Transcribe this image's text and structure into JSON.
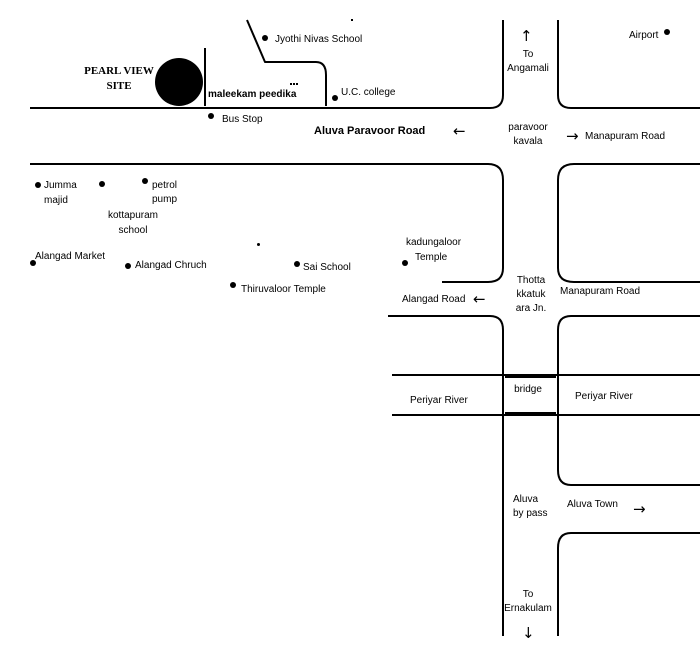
{
  "site": {
    "name_line1": "PEARL VIEW",
    "name_line2": "SITE"
  },
  "roads": {
    "maleekam": "maleekam peedika",
    "aluva_paravoor": "Aluva Paravoor Road",
    "manapuram_east": "Manapuram Road",
    "alangad": "Alangad Road",
    "manapuram_south": "Manapuram Road"
  },
  "junctions": {
    "paravoor_kavala": [
      "paravoor",
      "kavala"
    ],
    "thotta": [
      "Thotta",
      "kkatuk",
      "ara Jn."
    ],
    "bypass": [
      "Aluva",
      "by pass"
    ]
  },
  "directions": {
    "angamali": [
      "To",
      "Angamali"
    ],
    "ernakulam": [
      "To",
      "Ernakulam"
    ],
    "aluva_town": "Aluva Town"
  },
  "river": {
    "west": "Periyar River",
    "east": "Periyar River",
    "bridge": "bridge"
  },
  "places": {
    "jyothi": "Jyothi Nivas School",
    "uc_college": "U.C. college",
    "bus_stop": "Bus Stop",
    "airport": "Airport",
    "jumma": [
      "Jumma",
      "majid"
    ],
    "petrol": [
      "petrol",
      "pump"
    ],
    "kottapuram": [
      "kottapuram",
      "school"
    ],
    "alangad_market": "Alangad Market",
    "alangad_church": "Alangad Chruch",
    "sai": "Sai School",
    "thiruvaloor": "Thiruvaloor Temple",
    "kadungaloor": [
      "kadungaloor",
      "Temple"
    ]
  },
  "arrows": {
    "up": "↑",
    "down": "↓",
    "left": "←",
    "right": "→"
  }
}
